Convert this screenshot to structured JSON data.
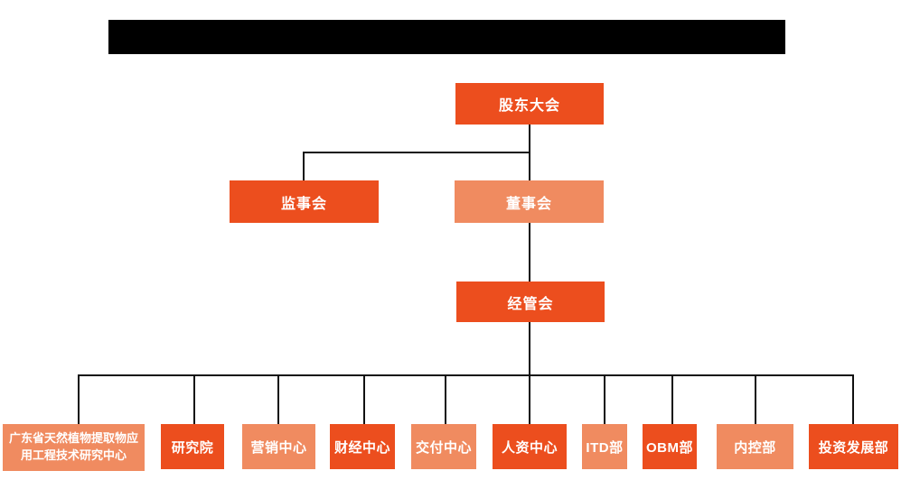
{
  "colors": {
    "primary": "#EC4E1E",
    "secondary": "#F08B60",
    "line": "#111111",
    "text": "#FFFFFF",
    "bg": "#FFFFFF"
  },
  "title_bar": {
    "redacted": true,
    "note": "solid black rectangle, no legible text"
  },
  "org": {
    "root": {
      "label": "股东大会",
      "variant": "primary"
    },
    "level2": [
      {
        "label": "监事会",
        "variant": "primary"
      },
      {
        "label": "董事会",
        "variant": "secondary"
      }
    ],
    "level3": {
      "label": "经管会",
      "variant": "primary"
    },
    "departments": [
      {
        "label": "广东省天然植物提取物应用工程技术研究中心",
        "variant": "secondary"
      },
      {
        "label": "研究院",
        "variant": "primary"
      },
      {
        "label": "营销中心",
        "variant": "secondary"
      },
      {
        "label": "财经中心",
        "variant": "primary"
      },
      {
        "label": "交付中心",
        "variant": "secondary"
      },
      {
        "label": "人资中心",
        "variant": "primary"
      },
      {
        "label": "ITD部",
        "variant": "secondary"
      },
      {
        "label": "OBM部",
        "variant": "primary"
      },
      {
        "label": "内控部",
        "variant": "secondary"
      },
      {
        "label": "投资发展部",
        "variant": "primary"
      }
    ],
    "edges": [
      [
        "股东大会",
        "监事会"
      ],
      [
        "股东大会",
        "董事会"
      ],
      [
        "董事会",
        "经管会"
      ],
      [
        "经管会",
        "广东省天然植物提取物应用工程技术研究中心"
      ],
      [
        "经管会",
        "研究院"
      ],
      [
        "经管会",
        "营销中心"
      ],
      [
        "经管会",
        "财经中心"
      ],
      [
        "经管会",
        "交付中心"
      ],
      [
        "经管会",
        "人资中心"
      ],
      [
        "经管会",
        "ITD部"
      ],
      [
        "经管会",
        "OBM部"
      ],
      [
        "经管会",
        "内控部"
      ],
      [
        "经管会",
        "投资发展部"
      ]
    ]
  }
}
